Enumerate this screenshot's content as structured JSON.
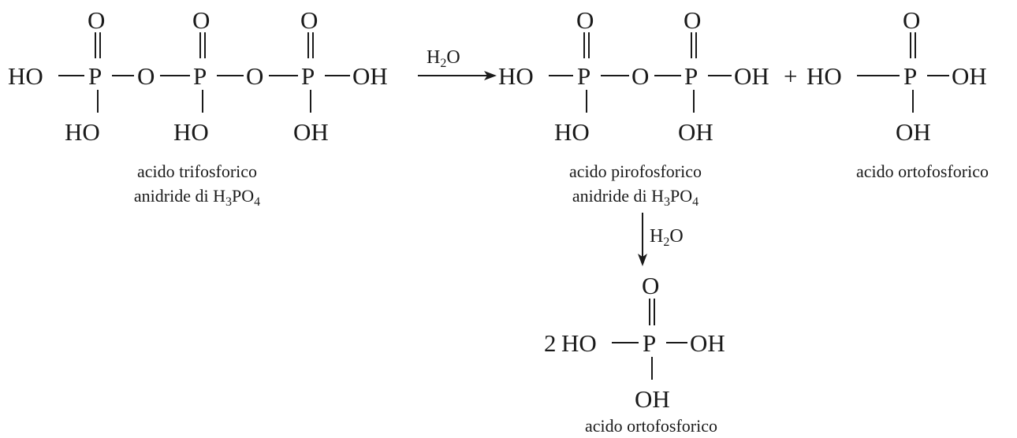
{
  "atoms": {
    "oxygen": "O",
    "phosphorus": "P",
    "hydroxyl_left": "HO",
    "hydroxyl_right": "OH"
  },
  "reagents": {
    "water_main": "H",
    "water_main_sub": "2",
    "water_main_tail": "O",
    "water_down": "H",
    "water_down_sub": "2",
    "water_down_tail": "O"
  },
  "operators": {
    "plus": "+",
    "coefficient": "2"
  },
  "captions": {
    "trifosforico_line1": "acido trifosforico",
    "trifosforico_line2_pre": "anidride di H",
    "trifosforico_line2_sub1": "3",
    "trifosforico_line2_mid": "PO",
    "trifosforico_line2_sub2": "4",
    "pirofosforico_line1": "acido pirofosforico",
    "pirofosforico_line2_pre": "anidride di H",
    "pirofosforico_line2_sub1": "3",
    "pirofosforico_line2_mid": "PO",
    "pirofosforico_line2_sub2": "4",
    "ortofosforico_right": "acido ortofosforico",
    "ortofosforico_bottom": "acido ortofosforico"
  }
}
